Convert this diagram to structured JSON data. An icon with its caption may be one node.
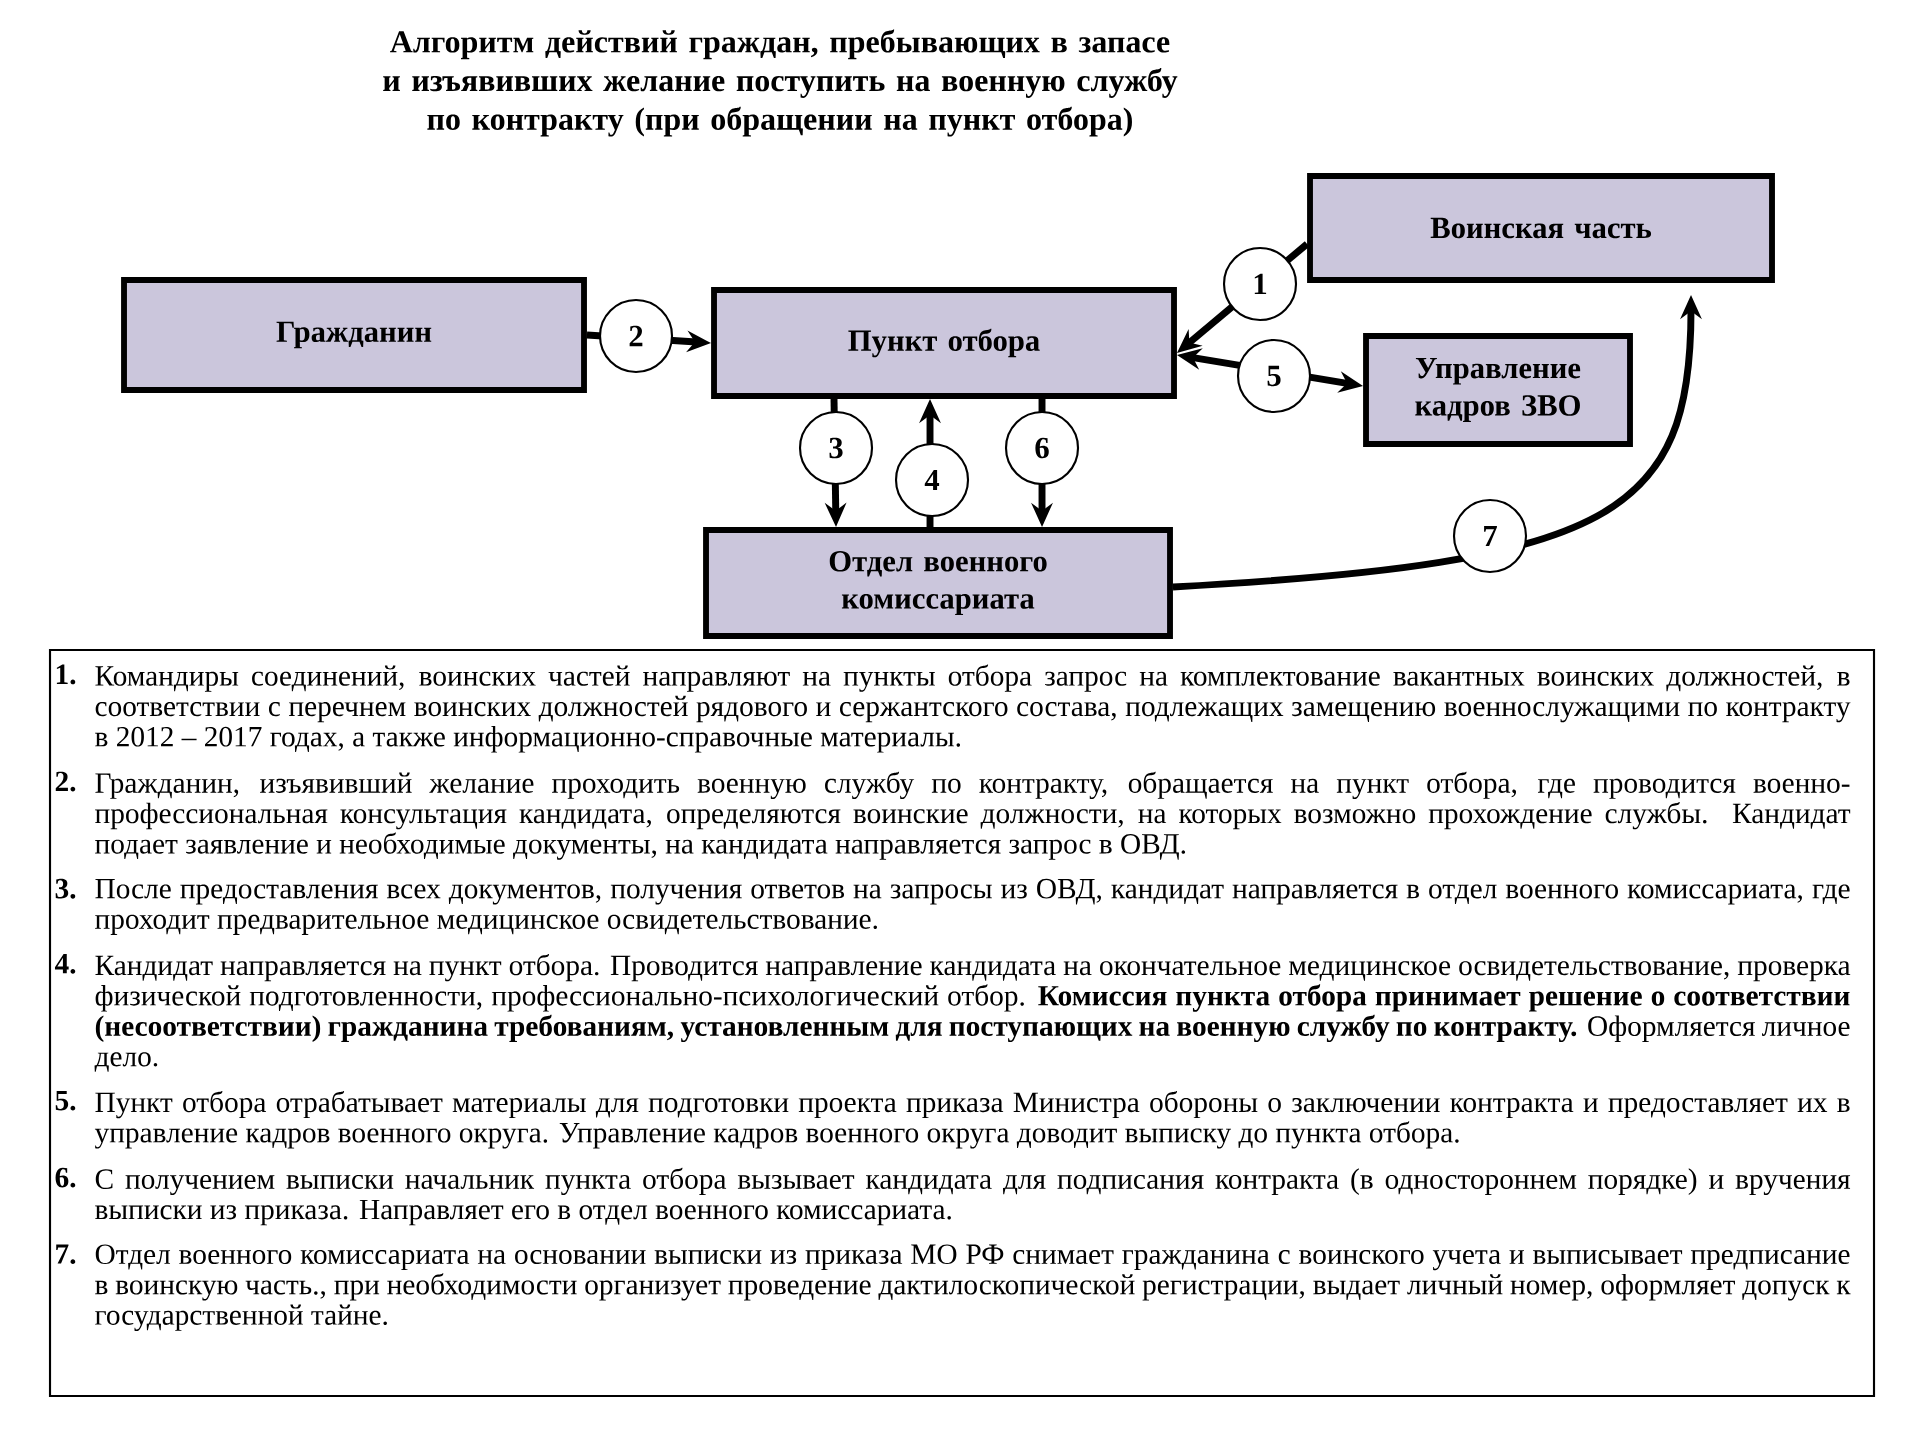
{
  "diagram": {
    "title": "Алгоритм действий граждан, пребывающих в запасе и изъявивших желание поступить на военную службу по контракту (при обращении на пункт отбора)",
    "nodes": [
      {
        "text": [
          "Гражданин"
        ]
      },
      {
        "text": [
          "Пункт отбора"
        ]
      },
      {
        "text": [
          "Воинская часть"
        ]
      },
      {
        "text": [
          "Управление кадров ЗВО"
        ]
      },
      {
        "text": [
          "Отдел военного комиссариата"
        ]
      }
    ],
    "edges": [
      {
        "from": 2,
        "to": 1,
        "arrow": "to",
        "label": "1"
      },
      {
        "from": 0,
        "to": 1,
        "arrow": "to",
        "label": "2"
      },
      {
        "from": 1,
        "to": 4,
        "arrow": "to",
        "label": "3"
      },
      {
        "from": 4,
        "to": 1,
        "arrow": "to",
        "label": "4"
      },
      {
        "from": 1,
        "to": 3,
        "arrow": "both",
        "label": "5"
      },
      {
        "from": 1,
        "to": 4,
        "arrow": "to",
        "label": "6"
      },
      {
        "from": 4,
        "to": 2,
        "arrow": "to",
        "label": "7"
      }
    ],
    "labels": [
      "1.",
      "Командиры соединений, воинских частей направляют на пункты отбора запрос на комплектование вакантных воинских должностей, в соответствии с перечнем воинских должностей рядового и сержантского состава, подлежащих замещению военнослужащими по контракту в 2012 – 2017 годах, а также информационно-справочные материалы.",
      "2.",
      "Гражданин, изъявивший желание проходить военную службу по контракту, обращается на пункт отбора, где проводится военно-профессиональная консультация кандидата, определяются воинские должности, на которых возможно прохождение службы. Кандидат подает заявление и необходимые документы, на кандидата направляется запрос в ОВД.",
      "3.",
      "После предоставления всех документов, получения ответов на запросы из ОВД, кандидат направляется в отдел военного комиссариата, где проходит предварительное медицинское освидетельствование.",
      "4.",
      "Кандидат направляется на пункт отбора. Проводится направление кандидата на окончательное медицинское освидетельствование, проверка физической подготовленности, профессионально-психологический отбор. **Комиссия пункта отбора принимает решение о соответствии (несоответствии) гражданина требованиям, установленным для поступающих на военную службу по контракту.** Оформляется личное дело.",
      "5.",
      "Пункт отбора отрабатывает материалы для подготовки проекта приказа Министра обороны о заключении контракта и предоставляет их в управление кадров военного округа. Управление кадров военного округа доводит выписку до пункта отбора.",
      "6.",
      "С получением выписки начальник пункта отбора вызывает кандидата для подписания контракта (в одностороннем порядке) и вручения выписки из приказа. Направляет его в отдел военного комиссариата.",
      "7.",
      "Отдел военного комиссариата на основании выписки из приказа МО РФ снимает гражданина с воинского учета и выписывает предписание в воинскую часть., при необходимости организует проведение дактилоскопической регистрации, выдает личный номер, оформляет допуск к государственной тайне."
    ]
  }
}
